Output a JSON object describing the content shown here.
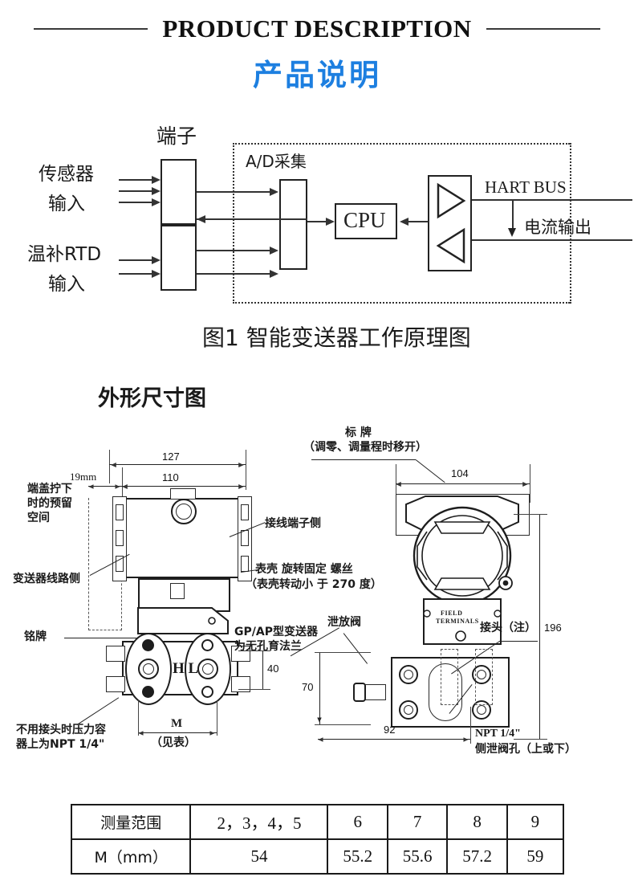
{
  "header": {
    "english_title": "PRODUCT DESCRIPTION",
    "chinese_title": "产品说明",
    "accent_color": "#1d7fe0"
  },
  "figure1": {
    "caption": "图1 智能变送器工作原理图",
    "labels": {
      "terminal": "端子",
      "sensor_input": "传感器",
      "sensor_input2": "输入",
      "rtd_input": "温补RTD",
      "rtd_input2": "输入",
      "ad_acquisition": "A/D采集",
      "cpu": "CPU",
      "hart_bus": "HART BUS",
      "current_output": "电流输出"
    }
  },
  "dimension_drawing": {
    "title": "外形尺寸图",
    "annotations": {
      "mm19": "19mm",
      "cover_space_1": "端盖拧下",
      "cover_space_2": "时的预留",
      "cover_space_3": "空间",
      "transmitter_circuit_side": "变送器线路侧",
      "terminal_side": "接线端子侧",
      "housing_screw": "表壳 旋转固定 螺丝",
      "housing_rotate": "（表壳转动小 于 270 度）",
      "nameplate": "铭牌",
      "gp_ap_1": "GP/AP型变送器",
      "gp_ap_2": "为无孔育法兰",
      "no_fitting_1": "不用接头时压力容",
      "no_fitting_2": "器上为NPT 1/4\"",
      "hl_mark": "H L",
      "m_label": "M",
      "m_see_table": "（见表）",
      "label_plate_1": "标 牌",
      "label_plate_2": "（调零、调量程时移开）",
      "drain_valve": "泄放阀",
      "connector_note": "接头（注）",
      "npt_label": "NPT 1/4\"",
      "side_drain_hole": "侧泄阀孔（上或下）",
      "field_terminals_1": "FIELD",
      "field_terminals_2": "TERMINALS"
    },
    "dimensions": {
      "d127": "127",
      "d110": "110",
      "d104": "104",
      "d196": "196",
      "d92": "92",
      "d70": "70",
      "d40": "40"
    }
  },
  "spec_table": {
    "rows": [
      {
        "header": "测量范围",
        "cells": [
          "2，3，4，5",
          "6",
          "7",
          "8",
          "9"
        ]
      },
      {
        "header": "M（mm）",
        "cells": [
          "54",
          "55.2",
          "55.6",
          "57.2",
          "59"
        ]
      }
    ]
  }
}
